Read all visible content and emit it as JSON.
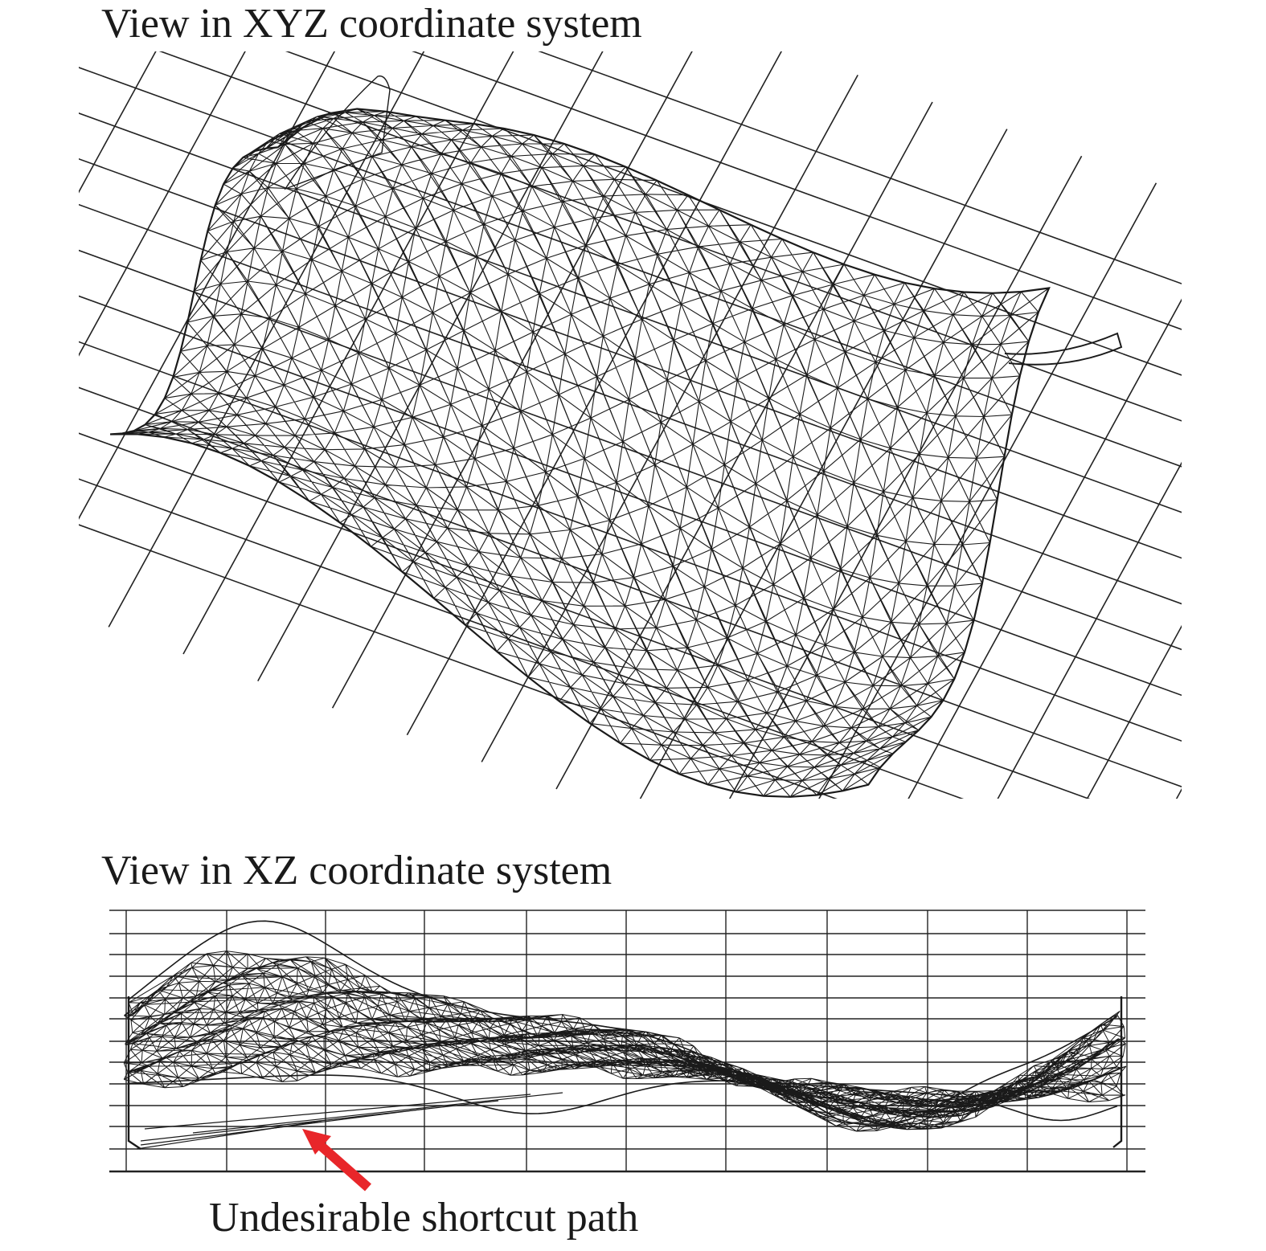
{
  "figure": {
    "top_view_title": "View in XYZ coordinate system",
    "bottom_view_title": "View in XZ coordinate system",
    "annotation_label": "Undesirable shortcut path"
  },
  "colors": {
    "wire": "#1a1a1a",
    "grid": "#222222",
    "arrow": "#e8262a",
    "background": "#ffffff"
  }
}
